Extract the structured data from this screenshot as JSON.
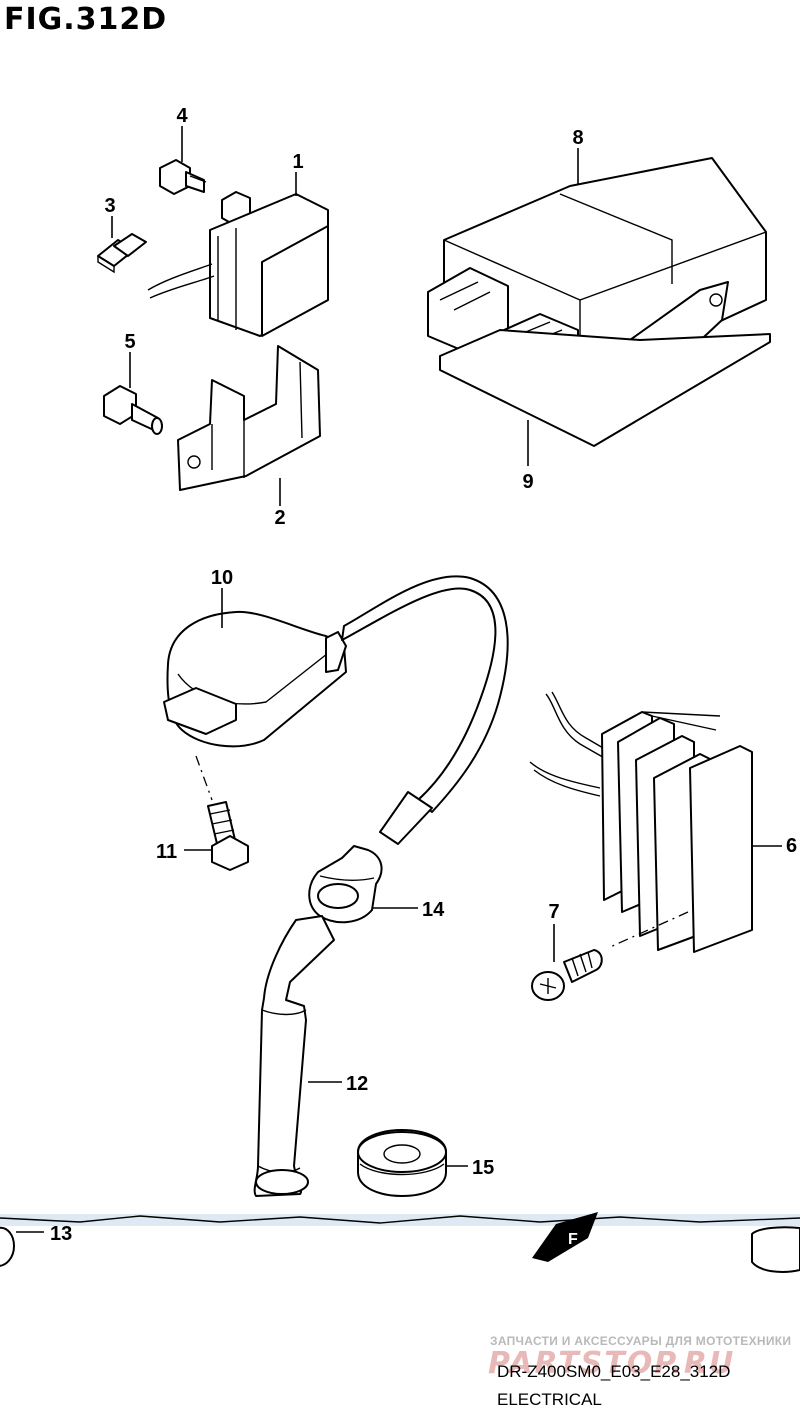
{
  "figure": {
    "title": "FIG.312D"
  },
  "callouts": [
    "1",
    "2",
    "3",
    "4",
    "5",
    "6",
    "7",
    "8",
    "9",
    "10",
    "11",
    "12",
    "13",
    "14",
    "15"
  ],
  "direction_arrow": {
    "label": "F"
  },
  "watermark": {
    "text": "ЗАПЧАСТИ И АКСЕССУАРЫ ДЛЯ МОТОТЕХНИКИ",
    "logo": "PARTSTOP.RU"
  },
  "footer": {
    "code": "DR-Z400SM0_E03_E28_312D",
    "subtitle": "ELECTRICAL"
  }
}
